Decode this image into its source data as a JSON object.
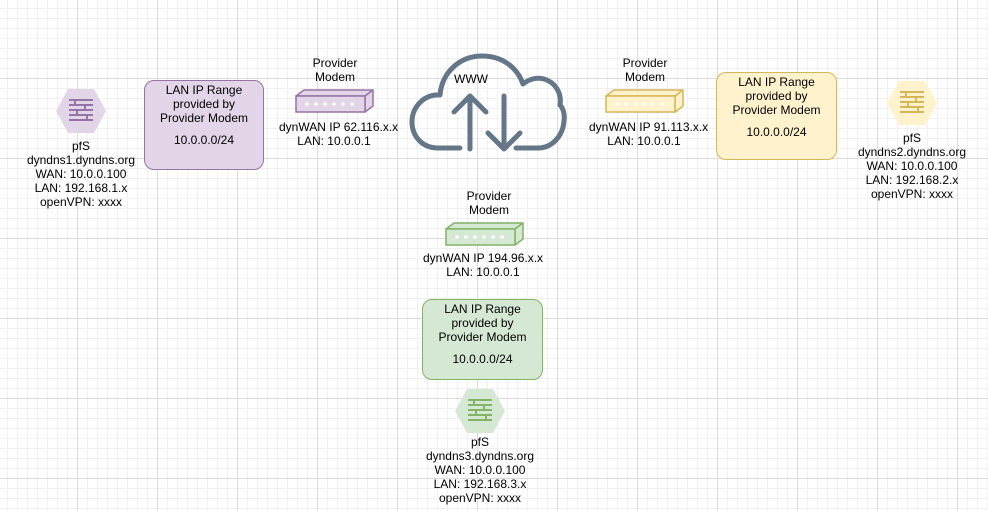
{
  "colors": {
    "purple_fill": "#e1d5e7",
    "purple_stroke": "#9673a6",
    "yellow_fill": "#fff2cc",
    "yellow_stroke": "#d6b656",
    "green_fill": "#d5e8d4",
    "green_stroke": "#82b366",
    "cloud_stroke": "#647687"
  },
  "cloud": {
    "label": "WWW"
  },
  "sites": [
    {
      "firewall": {
        "name": "pfS",
        "host": "dyndns1.dyndns.org",
        "wan": "WAN: 10.0.0.100",
        "lan": "LAN: 192.168.1.x",
        "vpn": "openVPN: xxxx"
      },
      "modem": {
        "title_line1": "Provider",
        "title_line2": "Modem",
        "wan": "dynWAN IP 62.116.x.x",
        "lan": "LAN: 10.0.0.1"
      },
      "range_box": {
        "line1": "LAN IP Range",
        "line2": "provided by",
        "line3": "Provider Modem",
        "range": "10.0.0.0/24"
      }
    },
    {
      "firewall": {
        "name": "pfS",
        "host": "dyndns2.dyndns.org",
        "wan": "WAN: 10.0.0.100",
        "lan": "LAN: 192.168.2.x",
        "vpn": "openVPN: xxxx"
      },
      "modem": {
        "title_line1": "Provider",
        "title_line2": "Modem",
        "wan": "dynWAN IP 91.113.x.x",
        "lan": "LAN: 10.0.0.1"
      },
      "range_box": {
        "line1": "LAN IP Range",
        "line2": "provided by",
        "line3": "Provider Modem",
        "range": "10.0.0.0/24"
      }
    },
    {
      "firewall": {
        "name": "pfS",
        "host": "dyndns3.dyndns.org",
        "wan": "WAN: 10.0.0.100",
        "lan": "LAN: 192.168.3.x",
        "vpn": "openVPN: xxxx"
      },
      "modem": {
        "title_line1": "Provider",
        "title_line2": "Modem",
        "wan": "dynWAN IP 194.96.x.x",
        "lan": "LAN: 10.0.0.1"
      },
      "range_box": {
        "line1": "LAN IP Range",
        "line2": "provided by",
        "line3": "Provider Modem",
        "range": "10.0.0.0/24"
      }
    }
  ]
}
